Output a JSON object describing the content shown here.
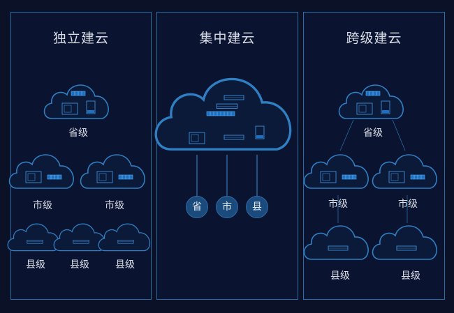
{
  "colors": {
    "background": "#0b1228",
    "panel_border": "#2a6ca3",
    "cloud_stroke": "#2f7fc2",
    "accent": "#3aa0ff",
    "text": "#d8dde6",
    "node_fill": "#1b4a7d"
  },
  "panels": [
    {
      "title": "独立建云",
      "labels": {
        "province": "省级",
        "city": [
          "市级",
          "市级"
        ],
        "county": [
          "县级",
          "县级",
          "县级"
        ]
      }
    },
    {
      "title": "集中建云",
      "nodes": [
        "省",
        "市",
        "县"
      ]
    },
    {
      "title": "跨级建云",
      "labels": {
        "province": "省级",
        "city": [
          "市级",
          "市级"
        ],
        "county": [
          "县级",
          "县级"
        ]
      }
    }
  ],
  "icons": [
    "cloud-icon",
    "server-icon",
    "nvr-icon",
    "storage-array-icon"
  ]
}
